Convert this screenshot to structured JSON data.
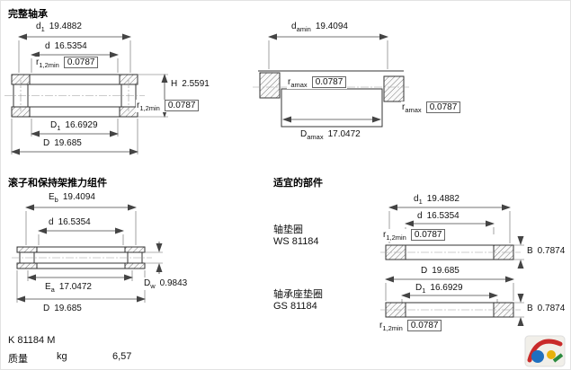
{
  "page": {
    "background": "#ffffff",
    "line_color": "#333333",
    "text_color": "#111111"
  },
  "sections": {
    "complete_bearing": {
      "title": "完整轴承",
      "dims": {
        "d1": {
          "sym": "d",
          "sub": "1",
          "val": "19.4882"
        },
        "d": {
          "sym": "d",
          "sub": "",
          "val": "16.5354"
        },
        "r12_top": {
          "sym": "r",
          "sub": "1,2min",
          "val": "0.0787"
        },
        "H": {
          "sym": "H",
          "sub": "",
          "val": "2.5591"
        },
        "r12_bottom": {
          "sym": "r",
          "sub": "1,2min",
          "val": "0.0787"
        },
        "D1": {
          "sym": "D",
          "sub": "1",
          "val": "16.6929"
        },
        "D": {
          "sym": "D",
          "sub": "",
          "val": "19.685"
        }
      }
    },
    "abutment": {
      "dims": {
        "damin": {
          "sym": "d",
          "sub": "amin",
          "val": "19.4094"
        },
        "ramax_left": {
          "sym": "r",
          "sub": "amax",
          "val": "0.0787"
        },
        "ramax_right": {
          "sym": "r",
          "sub": "amax",
          "val": "0.0787"
        },
        "Damax": {
          "sym": "D",
          "sub": "amax",
          "val": "17.0472"
        }
      }
    },
    "assembly": {
      "title": "滚子和保持架推力组件",
      "dims": {
        "Eb": {
          "sym": "E",
          "sub": "b",
          "val": "19.4094"
        },
        "d": {
          "sym": "d",
          "sub": "",
          "val": "16.5354"
        },
        "Ea": {
          "sym": "E",
          "sub": "a",
          "val": "17.0472"
        },
        "Dw": {
          "sym": "D",
          "sub": "w",
          "val": "0.9843"
        },
        "D": {
          "sym": "D",
          "sub": "",
          "val": "19.685"
        }
      }
    },
    "parts": {
      "title": "适宜的部件",
      "shaft_washer": {
        "name": "轴垫圈",
        "designation": "WS 81184",
        "dims": {
          "d1": {
            "sym": "d",
            "sub": "1",
            "val": "19.4882"
          },
          "d": {
            "sym": "d",
            "sub": "",
            "val": "16.5354"
          },
          "r12": {
            "sym": "r",
            "sub": "1,2min",
            "val": "0.0787"
          },
          "B": {
            "sym": "B",
            "sub": "",
            "val": "0.7874"
          }
        }
      },
      "housing_washer": {
        "name": "轴承座垫圈",
        "designation": "GS 81184",
        "dims": {
          "D": {
            "sym": "D",
            "sub": "",
            "val": "19.685"
          },
          "D1": {
            "sym": "D",
            "sub": "1",
            "val": "16.6929"
          },
          "r12": {
            "sym": "r",
            "sub": "1,2min",
            "val": "0.0787"
          },
          "B": {
            "sym": "B",
            "sub": "",
            "val": "0.7874"
          }
        }
      }
    }
  },
  "footer": {
    "designation": "K 81184 M",
    "mass_label": "质量",
    "mass_unit": "kg",
    "mass_value": "6,57"
  },
  "watermark": {
    "icon": "brand-logo"
  }
}
